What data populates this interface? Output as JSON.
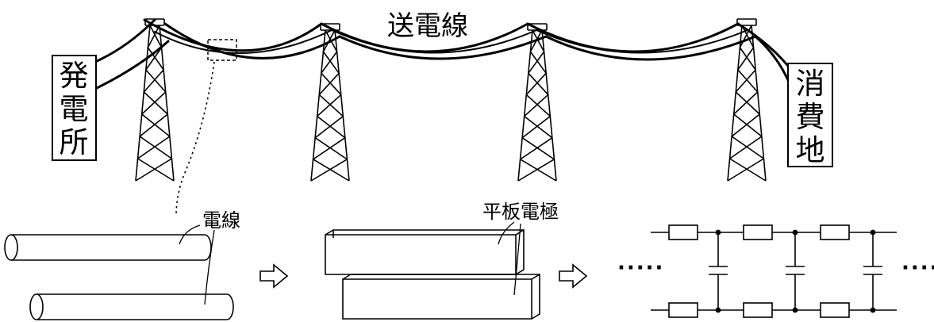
{
  "labels": {
    "transmission_line": "送電線",
    "power_plant": [
      "発",
      "電",
      "所"
    ],
    "consumer": [
      "消",
      "費",
      "地"
    ],
    "wire": "電線",
    "plate_electrode": "平板電極",
    "ellipsis_left": "·····",
    "ellipsis_right": "·····"
  },
  "style": {
    "ink": "#000000",
    "background": "#ffffff"
  }
}
